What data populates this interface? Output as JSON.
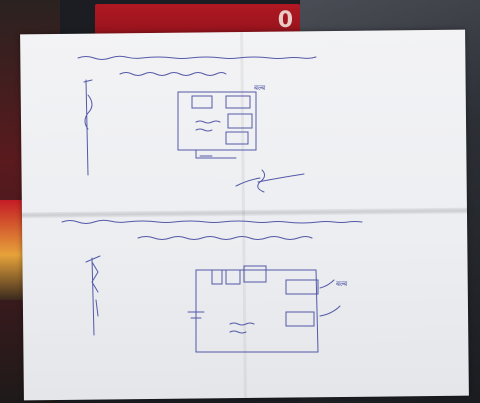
{
  "scene": {
    "background_label": "0",
    "sketch_1_caption": "बल्ब",
    "sketch_2_caption": "बल्ब"
  },
  "colors": {
    "paper": "#eef0f3",
    "ink": "#3a3f9a",
    "box_red": "#a8141f"
  }
}
